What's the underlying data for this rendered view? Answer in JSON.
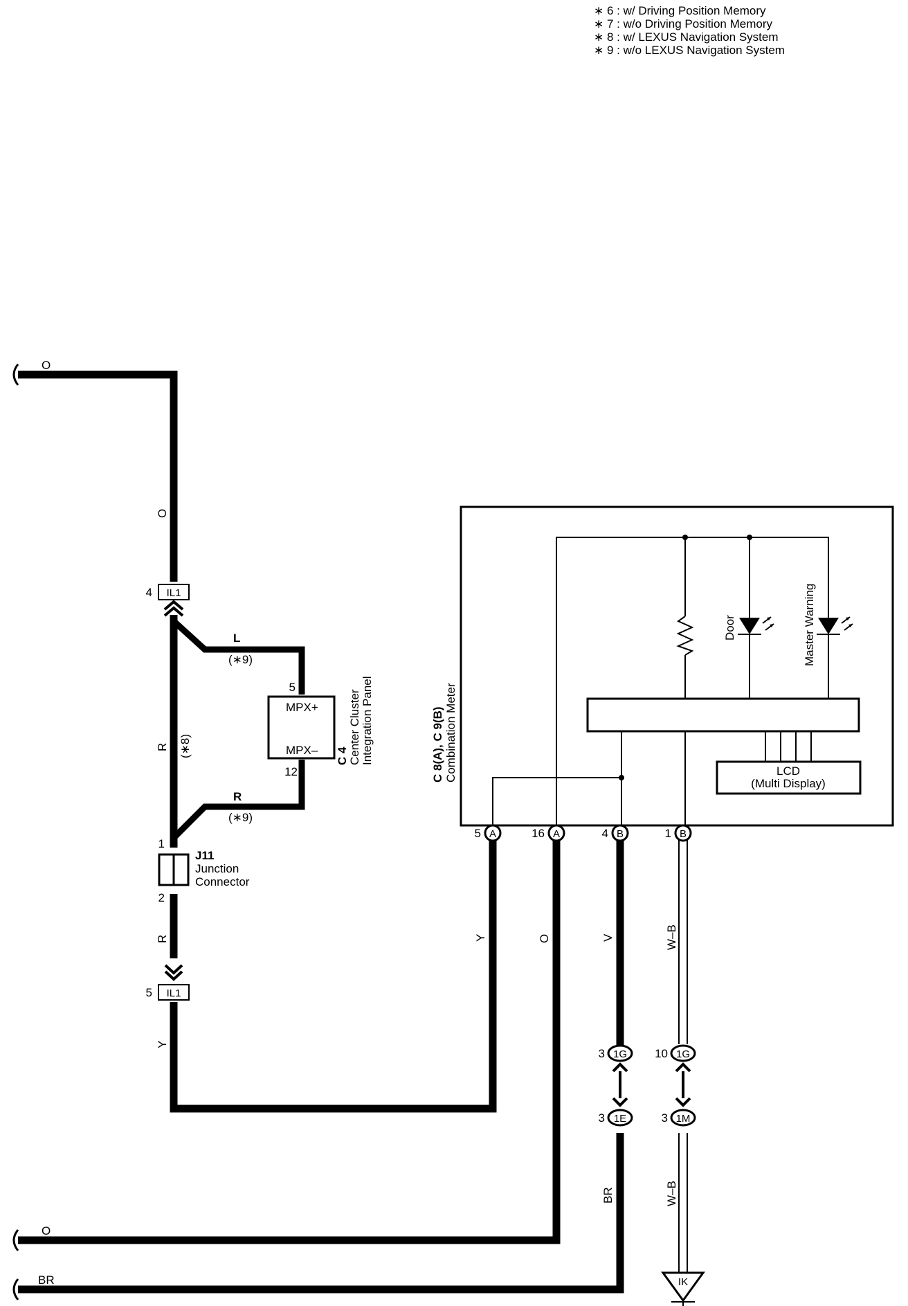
{
  "notes": [
    "∗ 6 : w/ Driving Position Memory",
    "∗ 7 : w/o Driving Position Memory",
    "∗ 8 : w/ LEXUS Navigation System",
    "∗ 9 : w/o LEXUS Navigation System"
  ],
  "wires": {
    "top_left": "O",
    "left_vertical": "O",
    "r_star8": "R",
    "star8": "(∗8)",
    "l_upper": "L",
    "l_upper_note": "(∗9)",
    "r_lower": "R",
    "r_lower_note": "(∗9)",
    "j11_below": "R",
    "il1_below": "Y",
    "meter_a5": "Y",
    "meter_a16": "O",
    "meter_b4": "V",
    "meter_b1": "W–B",
    "e1_below": "BR",
    "m1_below": "W–B",
    "bottom_o": "O",
    "bottom_br": "BR"
  },
  "connectors": {
    "il1_top": {
      "pin": "4",
      "id": "IL1"
    },
    "il1_bottom": {
      "pin": "5",
      "id": "IL1"
    },
    "j11": {
      "pin_top": "1",
      "pin_bottom": "2",
      "id": "J11",
      "name_line1": "Junction",
      "name_line2": "Connector"
    },
    "c4": {
      "id": "C 4",
      "name_line1": "Center Cluster",
      "name_line2": "Integration Panel",
      "pin_top": "5",
      "pin_bottom": "12",
      "mpx_plus": "MPX+",
      "mpx_minus": "MPX–"
    },
    "meter": {
      "id": "C 8(A), C 9(B)",
      "name": "Combination Meter",
      "pins": [
        {
          "pin": "5",
          "code": "A"
        },
        {
          "pin": "16",
          "code": "A"
        },
        {
          "pin": "4",
          "code": "B"
        },
        {
          "pin": "1",
          "code": "B"
        }
      ],
      "door": "Door",
      "master": "Master Warning",
      "lcd_line1": "LCD",
      "lcd_line2": "(Multi Display)"
    },
    "g1_left": {
      "pin": "3",
      "id": "1G"
    },
    "g1_right": {
      "pin": "10",
      "id": "1G"
    },
    "e1": {
      "pin": "3",
      "id": "1E"
    },
    "m1": {
      "pin": "3",
      "id": "1M"
    },
    "ground": {
      "id": "IK"
    }
  }
}
